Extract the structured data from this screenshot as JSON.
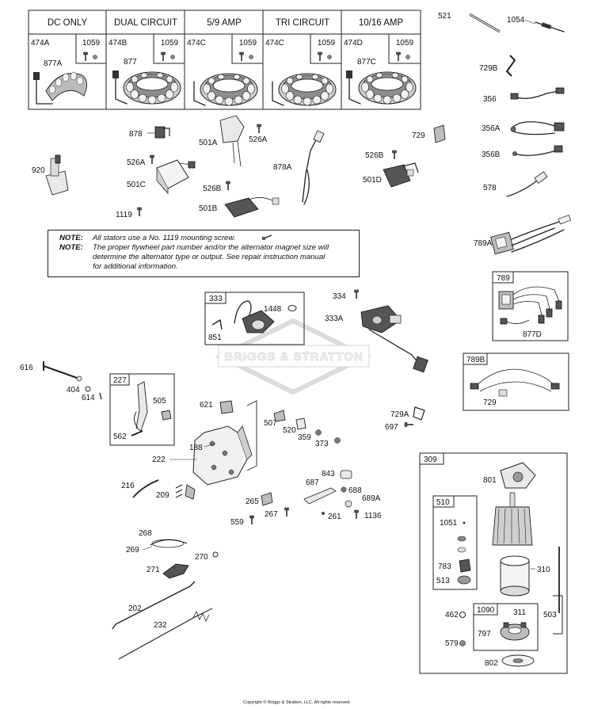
{
  "stator_table": {
    "headers": [
      "DC ONLY",
      "DUAL CIRCUIT",
      "5/9 AMP",
      "TRI CIRCUIT",
      "10/16 AMP"
    ],
    "cells": [
      {
        "left": "474A",
        "right": "1059",
        "stator": "877A"
      },
      {
        "left": "474B",
        "right": "1059",
        "stator": "877"
      },
      {
        "left": "474C",
        "right": "1059",
        "stator": ""
      },
      {
        "left": "474C",
        "right": "1059",
        "stator": ""
      },
      {
        "left": "474D",
        "right": "1059",
        "stator": "877C"
      }
    ]
  },
  "note": {
    "label1": "NOTE:",
    "text1": "All stators use a No. 1119 mounting screw.",
    "label2": "NOTE:",
    "text2a": "The proper flywheel part number and/or the alternator magnet size will",
    "text2b": "determine the alternator type or output. See repair instruction manual",
    "text2c": "for additional information."
  },
  "watermark": "BRIGGS & STRATTON",
  "copyright": "Copyright © Briggs & Stratton, LLC. All rights reserved.",
  "parts": [
    {
      "id": "p521",
      "label": "521"
    },
    {
      "id": "p1054",
      "label": "1054"
    },
    {
      "id": "p729b",
      "label": "729B"
    },
    {
      "id": "p356",
      "label": "356"
    },
    {
      "id": "p356a",
      "label": "356A"
    },
    {
      "id": "p356b",
      "label": "356B"
    },
    {
      "id": "p578",
      "label": "578"
    },
    {
      "id": "p789a",
      "label": "789A"
    },
    {
      "id": "p729",
      "label": "729"
    },
    {
      "id": "p526b",
      "label": "526B"
    },
    {
      "id": "p501d",
      "label": "501D"
    },
    {
      "id": "p878a",
      "label": "878A"
    },
    {
      "id": "p878",
      "label": "878"
    },
    {
      "id": "p501a",
      "label": "501A"
    },
    {
      "id": "p526a",
      "label": "526A"
    },
    {
      "id": "p526a2",
      "label": "526A"
    },
    {
      "id": "p501c",
      "label": "501C"
    },
    {
      "id": "p526b2",
      "label": "526B"
    },
    {
      "id": "p501b",
      "label": "501B"
    },
    {
      "id": "p920",
      "label": "920"
    },
    {
      "id": "p1119",
      "label": "1119"
    },
    {
      "id": "p334",
      "label": "334"
    },
    {
      "id": "p333a",
      "label": "333A"
    },
    {
      "id": "p616",
      "label": "616"
    },
    {
      "id": "p404",
      "label": "404"
    },
    {
      "id": "p614",
      "label": "614"
    },
    {
      "id": "p621",
      "label": "621"
    },
    {
      "id": "p507",
      "label": "507"
    },
    {
      "id": "p520",
      "label": "520"
    },
    {
      "id": "p359",
      "label": "359"
    },
    {
      "id": "p373",
      "label": "373"
    },
    {
      "id": "p729a",
      "label": "729A"
    },
    {
      "id": "p697",
      "label": "697"
    },
    {
      "id": "p188",
      "label": "188"
    },
    {
      "id": "p222",
      "label": "222"
    },
    {
      "id": "p216",
      "label": "216"
    },
    {
      "id": "p209",
      "label": "209"
    },
    {
      "id": "p265",
      "label": "265"
    },
    {
      "id": "p843",
      "label": "843"
    },
    {
      "id": "p687",
      "label": "687"
    },
    {
      "id": "p688",
      "label": "688"
    },
    {
      "id": "p689a",
      "label": "689A"
    },
    {
      "id": "p267",
      "label": "267"
    },
    {
      "id": "p261",
      "label": "261"
    },
    {
      "id": "p1136",
      "label": "1136"
    },
    {
      "id": "p559",
      "label": "559"
    },
    {
      "id": "p268",
      "label": "268"
    },
    {
      "id": "p269",
      "label": "269"
    },
    {
      "id": "p270",
      "label": "270"
    },
    {
      "id": "p271",
      "label": "271"
    },
    {
      "id": "p202",
      "label": "202"
    },
    {
      "id": "p232",
      "label": "232"
    }
  ],
  "kits": [
    {
      "id": "k789",
      "title": "789",
      "items": [
        "877D"
      ]
    },
    {
      "id": "k789b",
      "title": "789B",
      "items": [
        "729"
      ]
    },
    {
      "id": "k333",
      "title": "333",
      "items": [
        "1448",
        "851"
      ]
    },
    {
      "id": "k227",
      "title": "227",
      "items": [
        "505",
        "562"
      ]
    },
    {
      "id": "k309",
      "title": "309",
      "items": [
        "801",
        "310",
        "462",
        "579",
        "503",
        "802"
      ]
    },
    {
      "id": "k510",
      "title": "510",
      "items": [
        "1051",
        "783",
        "513"
      ]
    },
    {
      "id": "k1090",
      "title": "1090",
      "items": [
        "311",
        "797"
      ]
    }
  ]
}
